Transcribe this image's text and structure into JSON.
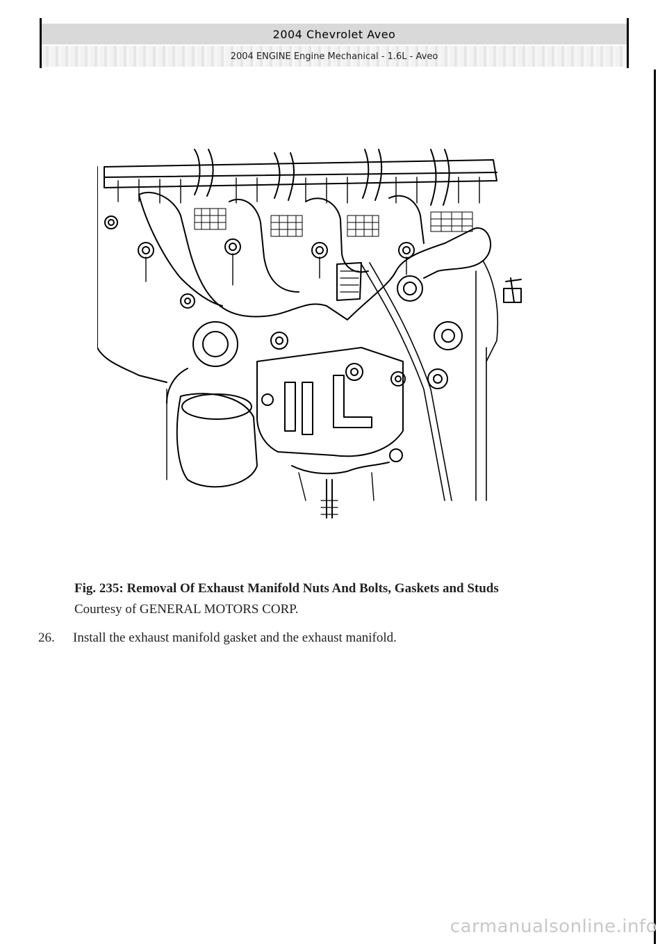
{
  "header": {
    "title": "2004 Chevrolet Aveo",
    "subtitle": "2004 ENGINE Engine Mechanical - 1.6L - Aveo"
  },
  "figure": {
    "caption": "Fig. 235: Removal Of Exhaust Manifold Nuts And Bolts, Gaskets and Studs",
    "courtesy": "Courtesy of GENERAL MOTORS CORP."
  },
  "step": {
    "number": "26.",
    "text": "Install the exhaust manifold gasket and the exhaust manifold."
  },
  "watermark": "carmanualsonline.info"
}
